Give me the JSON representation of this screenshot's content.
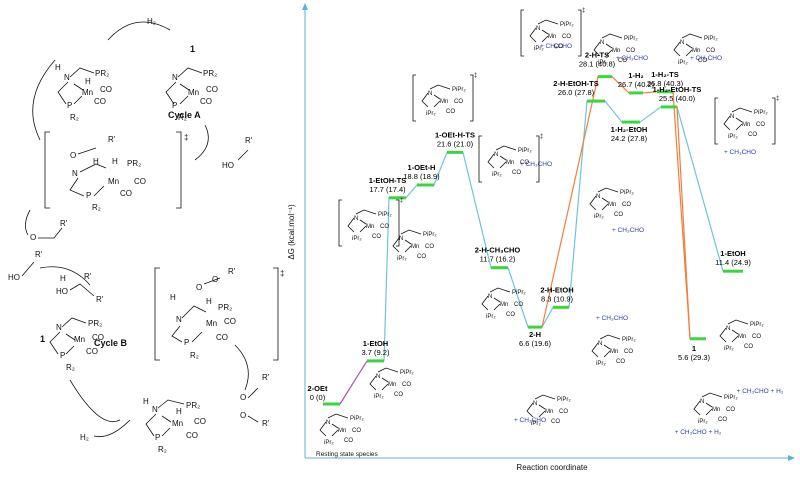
{
  "left_scheme": {
    "h2_top": "H₂",
    "catalyst_top": "1",
    "cycle_a": "Cycle A",
    "cycle_b": "Cycle B",
    "catalyst_left": "1",
    "h2_bottom": "H₂",
    "ts_mark_a": "‡",
    "ts_mark_b": "‡",
    "atoms": {
      "N": "N",
      "Mn": "Mn",
      "P": "P",
      "PR2": "PR₂",
      "R2": "R₂",
      "CO": "CO",
      "H": "H",
      "O": "O",
      "HO": "HO",
      "Rp": "R'"
    }
  },
  "chart_data": {
    "type": "energy_profile",
    "ylabel": "ΔG (kcal.mol⁻¹)",
    "xlabel": "Reaction coordinate",
    "note": "Resting state species",
    "levels": [
      {
        "id": "s0",
        "name": "2-OEt",
        "value": 0.0,
        "value2": 0.0,
        "label": "0 (0)"
      },
      {
        "id": "s1",
        "name": "1-EtOH",
        "value": 3.7,
        "value2": 9.2,
        "label": "3.7 (9.2)"
      },
      {
        "id": "s2",
        "name": "1-EtOH-TS",
        "value": 17.7,
        "value2": 17.4,
        "label": "17.7 (17.4)"
      },
      {
        "id": "s3",
        "name": "1-OEt-H",
        "value": 18.8,
        "value2": 18.9,
        "label": "18.8 (18.9)"
      },
      {
        "id": "s4",
        "name": "1-OEt-H-TS",
        "value": 21.6,
        "value2": 21.0,
        "label": "21.6 (21.0)"
      },
      {
        "id": "s5",
        "name": "2-H-CH₃CHO",
        "value": 11.7,
        "value2": 16.2,
        "label": "11.7 (16.2)"
      },
      {
        "id": "s6",
        "name": "2-H",
        "value": 6.6,
        "value2": 19.6,
        "label": "6.6 (19.6)"
      },
      {
        "id": "s7",
        "name": "2-H-EtOH",
        "value": 8.3,
        "value2": 10.9,
        "label": "8.3 (10.9)"
      },
      {
        "id": "s8",
        "name": "2-H-EtOH-TS",
        "value": 26.0,
        "value2": 27.8,
        "label": "26.0 (27.8)"
      },
      {
        "id": "s9",
        "name": "2-H-TS",
        "value": 28.1,
        "value2": 40.8,
        "label": "28.1 (40.8)"
      },
      {
        "id": "s10",
        "name": "1-H₂-EtOH",
        "value": 24.2,
        "value2": 27.8,
        "label": "24.2 (27.8)"
      },
      {
        "id": "s11",
        "name": "1-H₂",
        "value": 26.7,
        "value2": 40.2,
        "label": "26.7 (40.2)"
      },
      {
        "id": "s12",
        "name": "1-H₂-TS",
        "value": 26.8,
        "value2": 40.3,
        "label": "26.8 (40.3)"
      },
      {
        "id": "s13",
        "name": "1-H₂-EtOH-TS",
        "value": 25.5,
        "value2": 40.0,
        "label": "25.5 (40.0)"
      },
      {
        "id": "s14",
        "name": "1",
        "value": 5.6,
        "value2": 29.3,
        "label": "5.6 (29.3)"
      },
      {
        "id": "s15",
        "name": "1-EtOH",
        "value": 11.4,
        "value2": 24.9,
        "label": "11.4 (24.9)"
      }
    ],
    "paths": [
      {
        "color": "#b34fb5",
        "points": [
          "s0",
          "s1"
        ]
      },
      {
        "color": "#6ec3de",
        "points": [
          "s1",
          "s2",
          "s3",
          "s4",
          "s5",
          "s6",
          "s7",
          "s8",
          "s10",
          "s13",
          "s15"
        ]
      },
      {
        "color": "#f07f3c",
        "points": [
          "s6",
          "s9",
          "s11",
          "s12",
          "s14"
        ]
      },
      {
        "color": "#f07f3c",
        "points": [
          "s13",
          "s14"
        ]
      }
    ],
    "annotations": [
      {
        "text": "+ CH₃CHO",
        "near": "s9"
      },
      {
        "text": "+ CH₃CHO",
        "near": "s11"
      },
      {
        "text": "+ CH₃CHO",
        "near": "s12"
      },
      {
        "text": "+ CH₃CHO",
        "near": "s8"
      },
      {
        "text": "+ CH₃CHO",
        "near": "s10"
      },
      {
        "text": "+ CH₃CHO",
        "near": "s7"
      },
      {
        "text": "+ CH₃CHO",
        "near": "s6"
      },
      {
        "text": "+ CH₃CHO",
        "near": "s13"
      },
      {
        "text": "+ CH₃CHO + H₂",
        "near": "s15"
      },
      {
        "text": "+ CH₃CHO + H₂",
        "near": "s14"
      }
    ],
    "structure_labels": {
      "iPr2": "iPr₂",
      "PiPr2": "PiPr₂",
      "Mn": "Mn",
      "CO": "CO",
      "N": "N",
      "H": "H",
      "O": "O"
    }
  },
  "colors": {
    "axis": "#5ab4d6",
    "level": "#3bd63b",
    "blue_text": "#2e3d9e"
  }
}
